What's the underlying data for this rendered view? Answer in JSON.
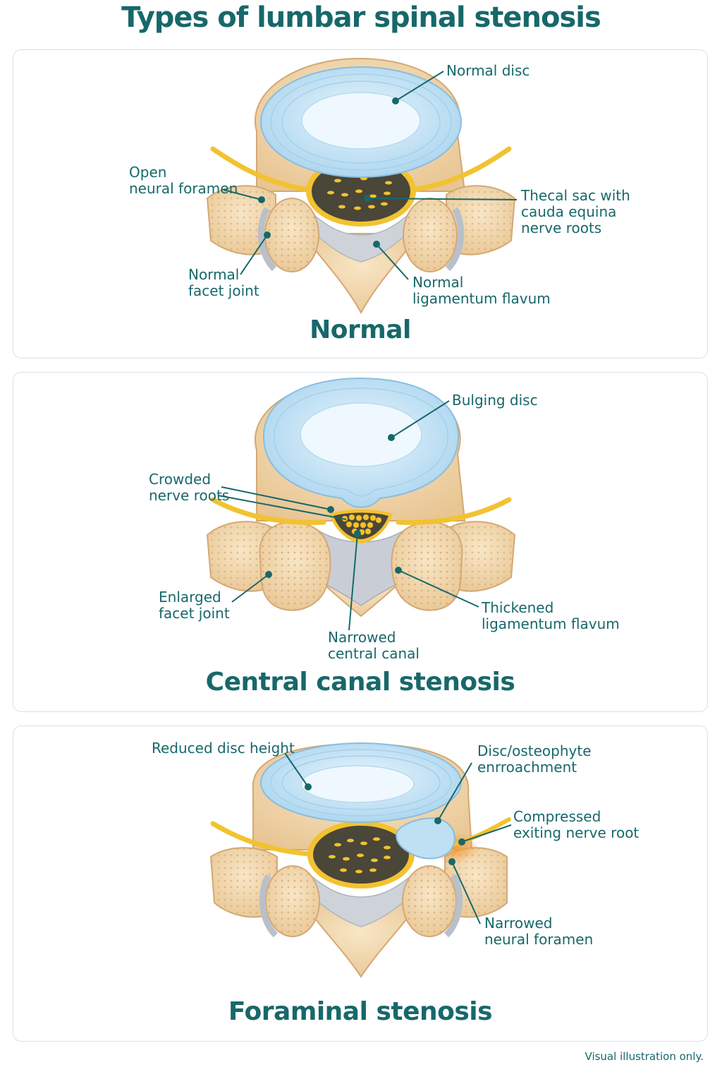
{
  "title": "Types of lumbar spinal stenosis",
  "footnote": "Visual illustration only.",
  "colors": {
    "accent": "#17686a",
    "bone": "#f3d9ae",
    "bone_dark": "#dcb37f",
    "disc": "#bfe0f2",
    "disc_inner": "#e8f5fc",
    "nerve": "#f2c230",
    "canal": "#4a4638",
    "ligament": "#c9ced6",
    "compression": "#f08a2c"
  },
  "panels": {
    "normal": {
      "title": "Normal",
      "labels": {
        "disc": [
          "Normal disc"
        ],
        "foramen": [
          "Open",
          "neural foramen"
        ],
        "thecal": [
          "Thecal sac with",
          "cauda equina",
          "nerve roots"
        ],
        "facet": [
          "Normal",
          "facet joint"
        ],
        "ligament": [
          "Normal",
          "ligamentum flavum"
        ]
      }
    },
    "central": {
      "title": "Central canal stenosis",
      "labels": {
        "disc": [
          "Bulging disc"
        ],
        "crowded": [
          "Crowded",
          "nerve roots"
        ],
        "facet": [
          "Enlarged",
          "facet joint"
        ],
        "ligament": [
          "Thickened",
          "ligamentum flavum"
        ],
        "canal": [
          "Narrowed",
          "central canal"
        ]
      }
    },
    "foraminal": {
      "title": "Foraminal stenosis",
      "labels": {
        "disc": [
          "Reduced disc height"
        ],
        "osteophyte": [
          "Disc/osteophyte",
          "enrroachment"
        ],
        "root": [
          "Compressed",
          "exiting nerve root"
        ],
        "foramen": [
          "Narrowed",
          "neural foramen"
        ]
      }
    }
  }
}
